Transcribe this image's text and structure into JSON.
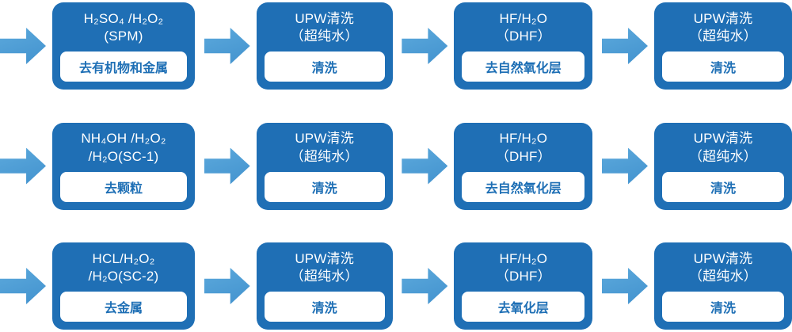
{
  "colors": {
    "box_blue": "#1F6FB5",
    "arrow_blue_light": "#5CA9DC",
    "arrow_blue_dark": "#4292CE",
    "action_text_blue": "#1E6FB5",
    "background": "#FFFFFF"
  },
  "flow": {
    "rows": [
      {
        "steps": [
          {
            "line1": "H₂SO₄ /H₂O₂",
            "line2": "(SPM)",
            "action": "去有机物和金属"
          },
          {
            "line1": "UPW清洗",
            "line2": "（超纯水）",
            "action": "清洗"
          },
          {
            "line1": "HF/H₂O",
            "line2": "（DHF）",
            "action": "去自然氧化层"
          },
          {
            "line1": "UPW清洗",
            "line2": "（超纯水）",
            "action": "清洗"
          }
        ]
      },
      {
        "steps": [
          {
            "line1": "NH₄OH /H₂O₂",
            "line2": "/H₂O(SC-1)",
            "action": "去颗粒"
          },
          {
            "line1": "UPW清洗",
            "line2": "（超纯水）",
            "action": "清洗"
          },
          {
            "line1": "HF/H₂O",
            "line2": "（DHF）",
            "action": "去自然氧化层"
          },
          {
            "line1": "UPW清洗",
            "line2": "（超纯水）",
            "action": "清洗"
          }
        ]
      },
      {
        "steps": [
          {
            "line1": "HCL/H₂O₂",
            "line2": "/H₂O(SC-2)",
            "action": "去金属"
          },
          {
            "line1": "UPW清洗",
            "line2": "（超纯水）",
            "action": "清洗"
          },
          {
            "line1": "HF/H₂O",
            "line2": "（DHF）",
            "action": "去氧化层"
          },
          {
            "line1": "UPW清洗",
            "line2": "（超纯水）",
            "action": "清洗"
          }
        ]
      }
    ]
  }
}
